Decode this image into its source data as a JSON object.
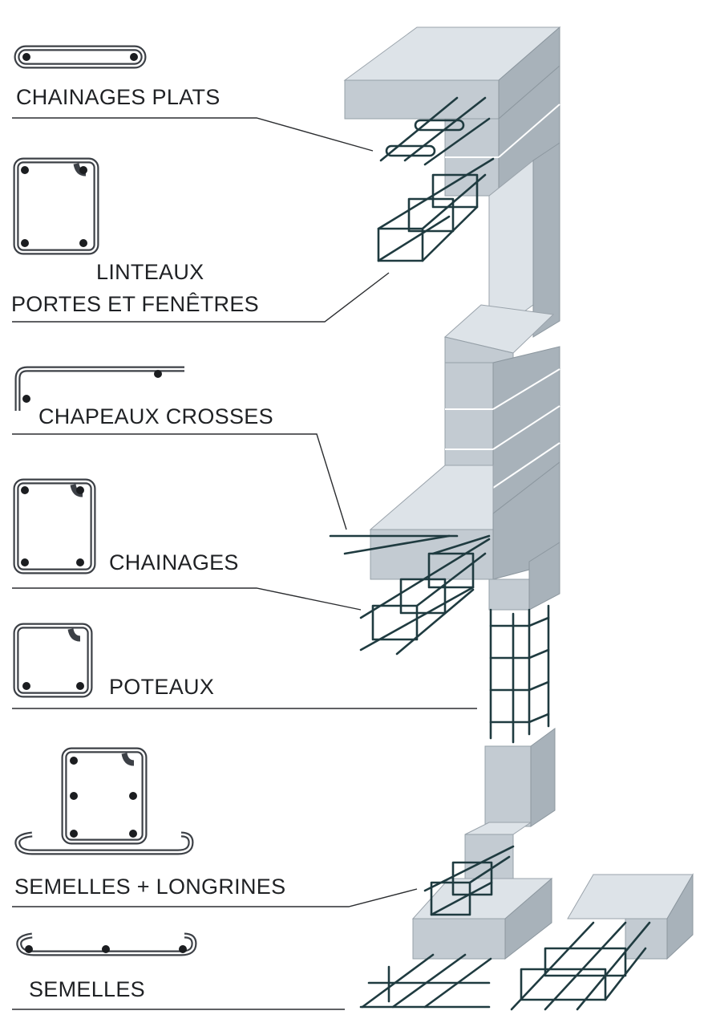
{
  "labels": {
    "chainages_plats": "CHAINAGES PLATS",
    "linteaux_line1": "LINTEAUX",
    "linteaux_line2": "PORTES ET FENÊTRES",
    "chapeaux_crosses": "CHAPEAUX CROSSES",
    "chainages": "CHAINAGES",
    "poteaux": "POTEAUX",
    "semelles_longrines": "SEMELLES + LONGRINES",
    "semelles": "SEMELLES"
  },
  "colors": {
    "concrete_top": "#dde3e8",
    "concrete_front": "#c3cbd2",
    "concrete_side": "#a8b2ba",
    "rebar": "#1f3b40",
    "text": "#1f2124"
  },
  "icons": [
    "flat-stirrup-icon",
    "square-stirrup-icon",
    "hooked-bar-icon",
    "square-stirrup-icon",
    "small-square-stirrup-icon",
    "footing-stirrup-icon",
    "footing-bar-icon"
  ]
}
